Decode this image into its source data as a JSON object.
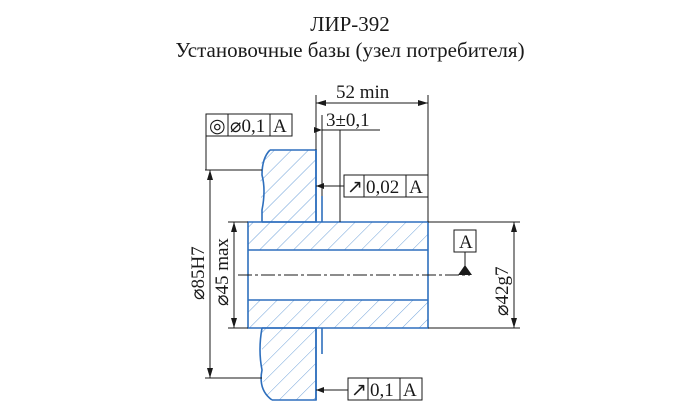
{
  "title": "ЛИР-392",
  "subtitle": "Установочные базы (узел потребителя)",
  "dims": {
    "length": "52 min",
    "offset": "3±0,1",
    "bore": "⌀85H7",
    "inner": "⌀45 max",
    "shaft": "⌀42g7"
  },
  "tolerances": {
    "coaxial": {
      "symbol": "◎",
      "value": "⌀0,1",
      "datum": "A"
    },
    "runout_face": {
      "symbol": "↗",
      "value": "0,02",
      "datum": "A"
    },
    "runout_bottom": {
      "symbol": "↗",
      "value": "0,1",
      "datum": "A"
    },
    "datum_label": "A"
  },
  "colors": {
    "part": "#2e6fbd",
    "lines": "#1a1a1a"
  }
}
